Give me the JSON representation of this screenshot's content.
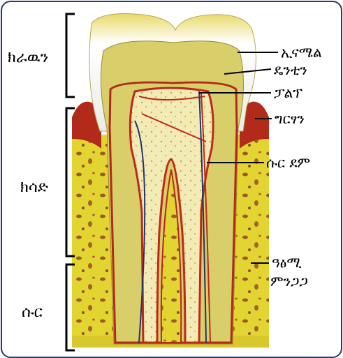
{
  "diagram": {
    "labels": {
      "crown": "ክራዉን",
      "neck": "ክሳድ",
      "root": "ሱር",
      "enamel": "ኢናሜል",
      "dentin": "ዴንቲን",
      "pulp": "ፓልፕ",
      "gum": "ግርፃን",
      "blood_vessel": "ሱር ደም",
      "jaw_bone_line1": "ዓፅሚ",
      "jaw_bone_line2": "ምንጋጋ"
    },
    "colors": {
      "frame": "#2b3a6e",
      "bone": "#e2d431",
      "enamel": "#f4f4ea",
      "dentin": "#d8cf6a",
      "pulp": "#f3ebb6",
      "gum": "#b22a1a",
      "vessel_red": "#c0281a",
      "vessel_blue": "#1e3570",
      "bone_spot": "#9c5a24"
    }
  }
}
